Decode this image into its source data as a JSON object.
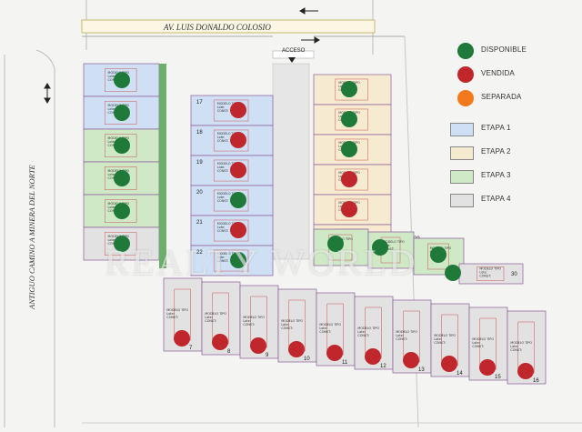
{
  "roads": {
    "main_avenue": "AV. LUIS DONALDO COLOSIO",
    "side_road": "ANTIGUO CAMINO A MINERA DEL NORTE",
    "entrance": "ACCESO"
  },
  "legend": {
    "status": [
      {
        "label": "DISPONIBLE",
        "color": "#1f7a3a"
      },
      {
        "label": "VENDIDA",
        "color": "#c0272d"
      },
      {
        "label": "SEPARADA",
        "color": "#f27a1a"
      }
    ],
    "stages": [
      {
        "label": "ETAPA 1",
        "color": "#cfe0f4"
      },
      {
        "label": "ETAPA 2",
        "color": "#f6ead0"
      },
      {
        "label": "ETAPA 3",
        "color": "#cfe8c6"
      },
      {
        "label": "ETAPA 4",
        "color": "#e2e2e2"
      }
    ]
  },
  "lots": {
    "left_column": [
      {
        "status": "DISPONIBLE",
        "stage": "ETAPA 1"
      },
      {
        "status": "DISPONIBLE",
        "stage": "ETAPA 1"
      },
      {
        "status": "DISPONIBLE",
        "stage": "ETAPA 3"
      },
      {
        "status": "DISPONIBLE",
        "stage": "ETAPA 3"
      },
      {
        "status": "DISPONIBLE",
        "stage": "ETAPA 3"
      },
      {
        "status": "DISPONIBLE",
        "stage": "ETAPA 4"
      }
    ],
    "middle_column": [
      {
        "number": "17",
        "status": "VENDIDA",
        "stage": "ETAPA 1"
      },
      {
        "number": "18",
        "status": "VENDIDA",
        "stage": "ETAPA 1"
      },
      {
        "number": "19",
        "status": "VENDIDA",
        "stage": "ETAPA 1"
      },
      {
        "number": "20",
        "status": "DISPONIBLE",
        "stage": "ETAPA 1"
      },
      {
        "number": "21",
        "status": "VENDIDA",
        "stage": "ETAPA 1"
      },
      {
        "number": "22",
        "status": "DISPONIBLE",
        "stage": "ETAPA 1"
      }
    ],
    "right_column": [
      {
        "status": "DISPONIBLE",
        "stage": "ETAPA 2"
      },
      {
        "status": "DISPONIBLE",
        "stage": "ETAPA 2"
      },
      {
        "status": "DISPONIBLE",
        "stage": "ETAPA 2"
      },
      {
        "status": "VENDIDA",
        "stage": "ETAPA 2"
      },
      {
        "status": "VENDIDA",
        "stage": "ETAPA 2"
      },
      {
        "status": "DISPONIBLE",
        "stage": "ETAPA 2"
      }
    ],
    "corner_right": [
      {
        "number": "29",
        "status": "DISPONIBLE",
        "stage": "ETAPA 3"
      },
      {
        "status": "DISPONIBLE",
        "stage": "ETAPA 3"
      },
      {
        "status": "DISPONIBLE",
        "stage": "ETAPA 3"
      },
      {
        "number": "30",
        "status": "DISPONIBLE",
        "stage": "ETAPA 4"
      }
    ],
    "bottom_row": [
      {
        "number": "7",
        "status": "VENDIDA",
        "stage": "ETAPA 4"
      },
      {
        "number": "8",
        "status": "VENDIDA",
        "stage": "ETAPA 4"
      },
      {
        "number": "9",
        "status": "VENDIDA",
        "stage": "ETAPA 4"
      },
      {
        "number": "10",
        "status": "VENDIDA",
        "stage": "ETAPA 4"
      },
      {
        "number": "11",
        "status": "VENDIDA",
        "stage": "ETAPA 4"
      },
      {
        "number": "12",
        "status": "VENDIDA",
        "stage": "ETAPA 4"
      },
      {
        "number": "13",
        "status": "VENDIDA",
        "stage": "ETAPA 4"
      },
      {
        "number": "14",
        "status": "VENDIDA",
        "stage": "ETAPA 4"
      },
      {
        "number": "15",
        "status": "VENDIDA",
        "stage": "ETAPA 4"
      },
      {
        "number": "16",
        "status": "VENDIDA",
        "stage": "ETAPA 4"
      }
    ]
  },
  "lot_label_lines": [
    "MODELO TIPO",
    "Lote:",
    "CONST:"
  ],
  "watermark": "REALTY WORLD"
}
